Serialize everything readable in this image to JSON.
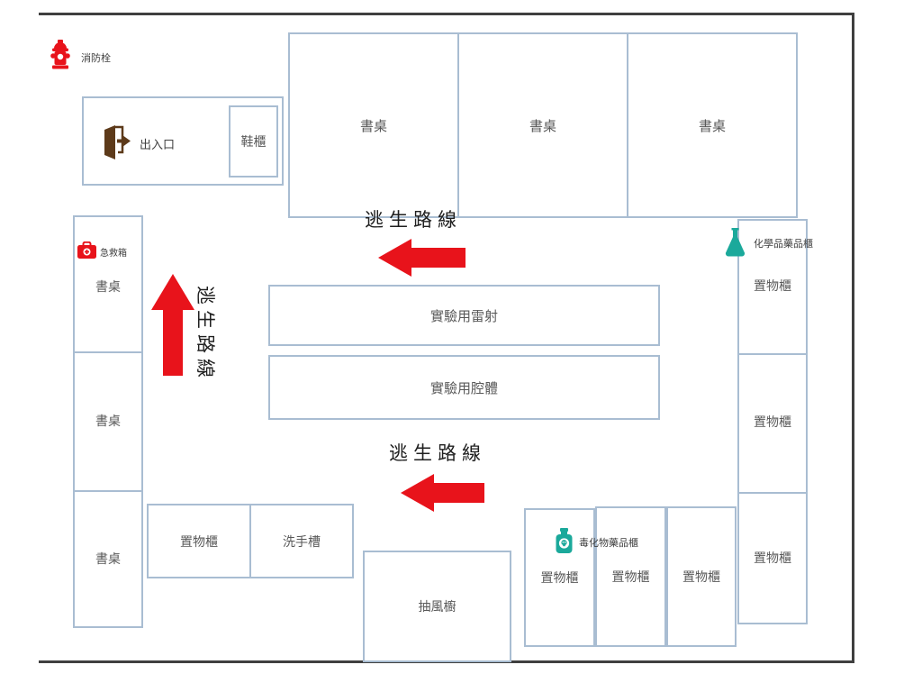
{
  "colors": {
    "line": "#a9bdd2",
    "wall": "#3f3f3f",
    "red": "#e8131b",
    "teal": "#1ba99b",
    "brown": "#5d3a1a",
    "label": "#595959",
    "dark": "#1f1f1f"
  },
  "legend": {
    "fire_hydrant": "消防栓",
    "first_aid": "急救箱",
    "chemical_cabinet": "化學品藥品櫃",
    "toxic_cabinet": "毒化物藥品櫃"
  },
  "entrance": {
    "label": "出入口",
    "shoe_cabinet": "鞋櫃"
  },
  "escape": {
    "top": "逃生路線",
    "left": "逃生路線",
    "bottom": "逃生路線"
  },
  "top_desks": [
    "書桌",
    "書桌",
    "書桌"
  ],
  "left_desks": [
    "書桌",
    "書桌",
    "書桌"
  ],
  "equipment": {
    "laser": "實驗用雷射",
    "chamber": "實驗用腔體",
    "fume_hood": "抽風櫥"
  },
  "right_cabinets": [
    "置物櫃",
    "置物櫃",
    "置物櫃"
  ],
  "bottom_left": {
    "cabinet": "置物櫃",
    "sink": "洗手槽"
  },
  "bottom_cabinets": [
    "置物櫃",
    "置物櫃",
    "置物櫃"
  ]
}
